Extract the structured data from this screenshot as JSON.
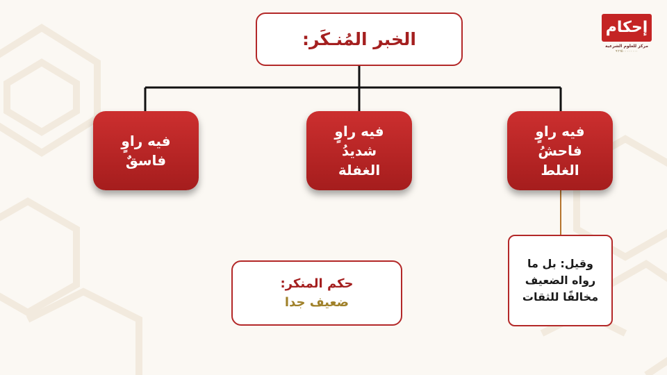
{
  "diagram": {
    "root": {
      "title": "الخبر المُنـكَر:"
    },
    "branches": [
      {
        "id": "right",
        "lines": [
          "فيه راوٍ",
          "فاحشُ",
          "الغلط"
        ]
      },
      {
        "id": "middle",
        "lines": [
          "فيه راوٍ",
          "شديدُ",
          "الغفلة"
        ]
      },
      {
        "id": "left",
        "lines": [
          "فيه راوٍ",
          "فاسقٌ"
        ]
      }
    ],
    "note": {
      "lines": [
        "وقيل: بل ما",
        "رواه الضعيف",
        "مخالفًا للثقات"
      ]
    },
    "ruling": {
      "label": "حكم المنكر:",
      "value": "ضعيف جدا"
    }
  },
  "brand": {
    "logo_text": "إحكام",
    "subtitle": "مركز للعلوم الشرعية",
    "phone": "٩٦٦٥٠٠٠٠٠٠٠٠"
  },
  "colors": {
    "accent_red": "#b32828",
    "note_connector": "#b5752e",
    "ruling_value": "#a0812a",
    "background": "#fbf8f3"
  }
}
